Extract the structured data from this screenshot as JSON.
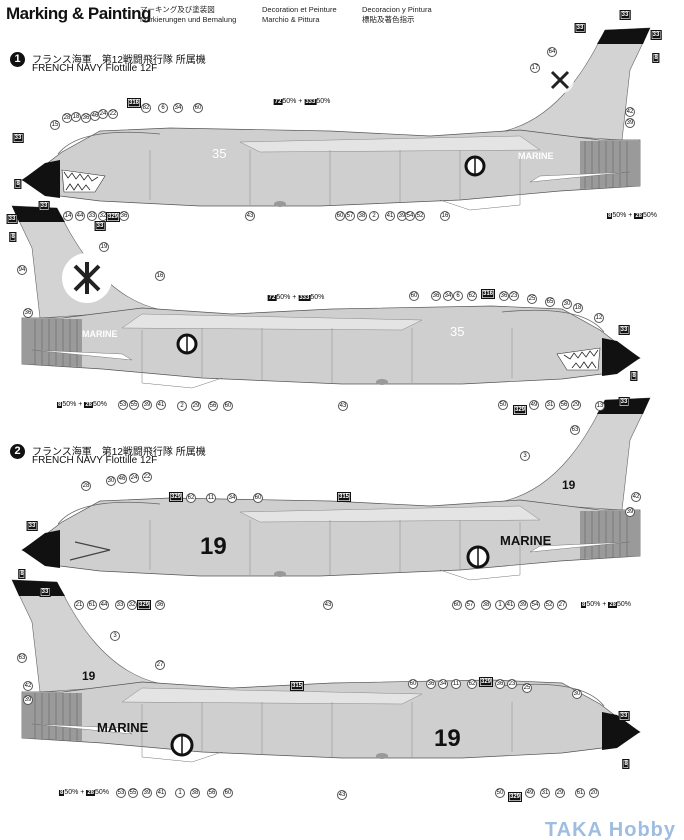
{
  "header": {
    "title": "Marking & Painting",
    "lang_ja": "マーキング及び塗装図",
    "lang_de": "Markierungen und Bemalung",
    "lang_fr": "Decoration et Peinture",
    "lang_it": "Marchio & Pittura",
    "lang_es": "Decoracion y Pintura",
    "lang_zh": "標貼及著色指示"
  },
  "sections": [
    {
      "number": "1",
      "title_ja": "フランス海軍　第12戦闘飛行隊  所属機",
      "title_en": "FRENCH NAVY Flottille 12F"
    },
    {
      "number": "2",
      "title_ja": "フランス海軍　第12戦闘飛行隊  所属機",
      "title_en": "FRENCH NAVY Flottille 12F"
    }
  ],
  "markings": {
    "scheme1_number": "35",
    "scheme2_number": "19",
    "marine": "MARINE"
  },
  "colors": {
    "fuselage": "#cfcfcf",
    "nose": "#111111",
    "watermark": "#9fbde0"
  },
  "aircraft": [
    {
      "callouts": [
        {
          "n": "15",
          "k": "d"
        },
        {
          "n": "28",
          "k": "d"
        },
        {
          "n": "18",
          "k": "d"
        },
        {
          "n": "36",
          "k": "d"
        },
        {
          "n": "46",
          "k": "d"
        },
        {
          "n": "24",
          "k": "d"
        },
        {
          "n": "22",
          "k": "d"
        },
        {
          "n": "316",
          "k": "p"
        },
        {
          "n": "82",
          "k": "d"
        },
        {
          "n": "6",
          "k": "d"
        },
        {
          "n": "34",
          "k": "d"
        },
        {
          "n": "60",
          "k": "d"
        },
        {
          "n": "33",
          "k": "p"
        },
        {
          "n": "8",
          "k": "p"
        },
        {
          "n": "33",
          "k": "p"
        },
        {
          "n": "33",
          "k": "p"
        },
        {
          "n": "14",
          "k": "d"
        },
        {
          "n": "44",
          "k": "d"
        },
        {
          "n": "33",
          "k": "d"
        },
        {
          "n": "32",
          "k": "d"
        },
        {
          "n": "329",
          "k": "p"
        },
        {
          "n": "36",
          "k": "d"
        },
        {
          "n": "43",
          "k": "d"
        },
        {
          "n": "60",
          "k": "d"
        },
        {
          "n": "57",
          "k": "d"
        },
        {
          "n": "38",
          "k": "d"
        },
        {
          "n": "2",
          "k": "d"
        },
        {
          "n": "41",
          "k": "d"
        },
        {
          "n": "39",
          "k": "d"
        },
        {
          "n": "54",
          "k": "d"
        },
        {
          "n": "52",
          "k": "d"
        },
        {
          "n": "16",
          "k": "d"
        },
        {
          "n": "33",
          "k": "p"
        },
        {
          "n": "33",
          "k": "p"
        },
        {
          "n": "33",
          "k": "p"
        },
        {
          "n": "8",
          "k": "p"
        },
        {
          "n": "64",
          "k": "d"
        },
        {
          "n": "17",
          "k": "d"
        },
        {
          "n": "42",
          "k": "d"
        },
        {
          "n": "39",
          "k": "d"
        },
        {
          "k": "mix",
          "n": "72",
          "p": "50%",
          "n2": "333",
          "p2": "50%"
        },
        {
          "k": "mix",
          "n": "8",
          "p": "50%",
          "n2": "28",
          "p2": "50%"
        }
      ]
    },
    {
      "callouts": [
        {
          "n": "33",
          "k": "p"
        },
        {
          "n": "8",
          "k": "p"
        },
        {
          "n": "19",
          "k": "d"
        },
        {
          "n": "94",
          "k": "d"
        },
        {
          "n": "16",
          "k": "d"
        },
        {
          "n": "36",
          "k": "d"
        },
        {
          "n": "60",
          "k": "d"
        },
        {
          "n": "36",
          "k": "d"
        },
        {
          "n": "34",
          "k": "d"
        },
        {
          "n": "6",
          "k": "d"
        },
        {
          "n": "62",
          "k": "d"
        },
        {
          "n": "316",
          "k": "p"
        },
        {
          "n": "36",
          "k": "d"
        },
        {
          "n": "23",
          "k": "d"
        },
        {
          "n": "25",
          "k": "d"
        },
        {
          "n": "65",
          "k": "d"
        },
        {
          "n": "30",
          "k": "d"
        },
        {
          "n": "18",
          "k": "d"
        },
        {
          "n": "12",
          "k": "d"
        },
        {
          "n": "33",
          "k": "p"
        },
        {
          "n": "8",
          "k": "p"
        },
        {
          "n": "13",
          "k": "d"
        },
        {
          "n": "33",
          "k": "p"
        },
        {
          "n": "53",
          "k": "d"
        },
        {
          "n": "55",
          "k": "d"
        },
        {
          "n": "39",
          "k": "d"
        },
        {
          "n": "41",
          "k": "d"
        },
        {
          "n": "2",
          "k": "d"
        },
        {
          "n": "29",
          "k": "d"
        },
        {
          "n": "56",
          "k": "d"
        },
        {
          "n": "60",
          "k": "d"
        },
        {
          "n": "43",
          "k": "d"
        },
        {
          "n": "50",
          "k": "d"
        },
        {
          "n": "329",
          "k": "p"
        },
        {
          "n": "49",
          "k": "d"
        },
        {
          "n": "31",
          "k": "d"
        },
        {
          "n": "56",
          "k": "d"
        },
        {
          "n": "29",
          "k": "d"
        },
        {
          "k": "mix",
          "n": "72",
          "p": "50%",
          "n2": "333",
          "p2": "50%"
        },
        {
          "k": "mix",
          "n": "8",
          "p": "50%",
          "n2": "28",
          "p2": "50%"
        }
      ]
    },
    {
      "callouts": [
        {
          "n": "63",
          "k": "d"
        },
        {
          "n": "3",
          "k": "d"
        },
        {
          "n": "42",
          "k": "d"
        },
        {
          "n": "39",
          "k": "d"
        },
        {
          "n": "28",
          "k": "d"
        },
        {
          "n": "30",
          "k": "d"
        },
        {
          "n": "46",
          "k": "d"
        },
        {
          "n": "24",
          "k": "d"
        },
        {
          "n": "22",
          "k": "d"
        },
        {
          "n": "329",
          "k": "p"
        },
        {
          "n": "62",
          "k": "d"
        },
        {
          "n": "11",
          "k": "d"
        },
        {
          "n": "34",
          "k": "d"
        },
        {
          "n": "60",
          "k": "d"
        },
        {
          "n": "315",
          "k": "p"
        },
        {
          "n": "33",
          "k": "p"
        },
        {
          "n": "8",
          "k": "p"
        },
        {
          "n": "21",
          "k": "d"
        },
        {
          "n": "61",
          "k": "d"
        },
        {
          "n": "44",
          "k": "d"
        },
        {
          "n": "33",
          "k": "d"
        },
        {
          "n": "32",
          "k": "d"
        },
        {
          "n": "329",
          "k": "p"
        },
        {
          "n": "36",
          "k": "d"
        },
        {
          "n": "43",
          "k": "d"
        },
        {
          "n": "60",
          "k": "d"
        },
        {
          "n": "57",
          "k": "d"
        },
        {
          "n": "38",
          "k": "d"
        },
        {
          "n": "1",
          "k": "d"
        },
        {
          "n": "41",
          "k": "d"
        },
        {
          "n": "39",
          "k": "d"
        },
        {
          "n": "54",
          "k": "d"
        },
        {
          "n": "52",
          "k": "d"
        },
        {
          "n": "27",
          "k": "d"
        },
        {
          "k": "mix",
          "n": "8",
          "p": "50%",
          "n2": "28",
          "p2": "50%"
        }
      ]
    },
    {
      "callouts": [
        {
          "n": "33",
          "k": "p"
        },
        {
          "n": "3",
          "k": "d"
        },
        {
          "n": "63",
          "k": "d"
        },
        {
          "n": "27",
          "k": "d"
        },
        {
          "n": "42",
          "k": "d"
        },
        {
          "n": "39",
          "k": "d"
        },
        {
          "n": "315",
          "k": "p"
        },
        {
          "n": "60",
          "k": "d"
        },
        {
          "n": "36",
          "k": "d"
        },
        {
          "n": "34",
          "k": "d"
        },
        {
          "n": "11",
          "k": "d"
        },
        {
          "n": "62",
          "k": "d"
        },
        {
          "n": "329",
          "k": "p"
        },
        {
          "n": "36",
          "k": "d"
        },
        {
          "n": "23",
          "k": "d"
        },
        {
          "n": "25",
          "k": "d"
        },
        {
          "n": "30",
          "k": "d"
        },
        {
          "n": "33",
          "k": "p"
        },
        {
          "n": "8",
          "k": "p"
        },
        {
          "n": "53",
          "k": "d"
        },
        {
          "n": "55",
          "k": "d"
        },
        {
          "n": "39",
          "k": "d"
        },
        {
          "n": "41",
          "k": "d"
        },
        {
          "n": "1",
          "k": "d"
        },
        {
          "n": "38",
          "k": "d"
        },
        {
          "n": "56",
          "k": "d"
        },
        {
          "n": "60",
          "k": "d"
        },
        {
          "n": "43",
          "k": "d"
        },
        {
          "n": "50",
          "k": "d"
        },
        {
          "n": "329",
          "k": "p"
        },
        {
          "n": "49",
          "k": "d"
        },
        {
          "n": "31",
          "k": "d"
        },
        {
          "n": "29",
          "k": "d"
        },
        {
          "n": "61",
          "k": "d"
        },
        {
          "n": "20",
          "k": "d"
        },
        {
          "k": "mix",
          "n": "8",
          "p": "50%",
          "n2": "28",
          "p2": "50%"
        }
      ]
    }
  ],
  "watermark": "TAKA Hobby"
}
